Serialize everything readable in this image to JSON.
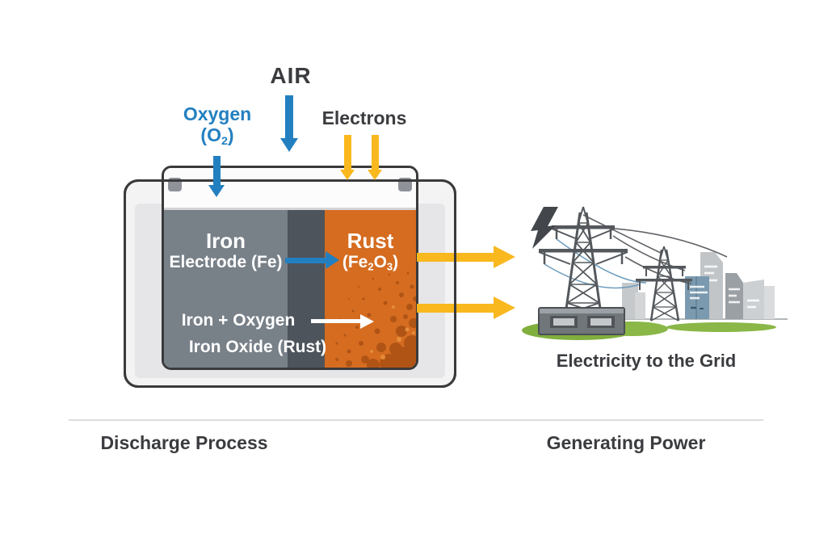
{
  "top": {
    "air": "AIR",
    "oxygen_name": "Oxygen",
    "oxygen_f_pre": "(O",
    "oxygen_f_sub": "2",
    "oxygen_f_post": ")",
    "electrons": "Electrons"
  },
  "battery": {
    "iron_title": "Iron",
    "iron_subtitle": "Electrode (Fe)",
    "rust_title": "Rust",
    "rust_f_pre": "(Fe",
    "rust_f_sub1": "2",
    "rust_f_mid": "O",
    "rust_f_sub2": "3",
    "rust_f_post": ")",
    "reaction_from": "Iron + Oxygen",
    "reaction_to": "Iron Oxide (Rust)"
  },
  "grid": {
    "caption": "Electricity to the Grid"
  },
  "footer": {
    "left": "Discharge Process",
    "right": "Generating Power"
  },
  "icons": {
    "air-arrow-icon": "blue downward arrow",
    "oxygen-arrow-icon": "blue downward arrow into cell lid",
    "electron-arrow-icon": "yellow downward arrow pair",
    "iron-to-rust-arrow-icon": "blue rightward arrow",
    "reaction-arrow-icon": "white rightward arrow",
    "power-output-arrow-icon": "yellow rightward arrow pair",
    "lightning-bolt-icon": "dark lightning bolt",
    "transmission-tower-icon": "lattice pylon",
    "city-buildings-icon": "skyline silhouette",
    "substation-icon": "gray substation block",
    "grass-icon": "green ground patches"
  },
  "colors": {
    "blue": "#2380c0",
    "yellow": "#f9b81e",
    "orange": "#d56c20",
    "orange_speckle": "#b05415",
    "iron_gray": "#788088",
    "divider_gray": "#4e545b",
    "text_dark": "#3a3c3f",
    "case_border": "#3a3a3c",
    "grass_green": "#80af3e",
    "building_blue": "#7b9ab0"
  }
}
